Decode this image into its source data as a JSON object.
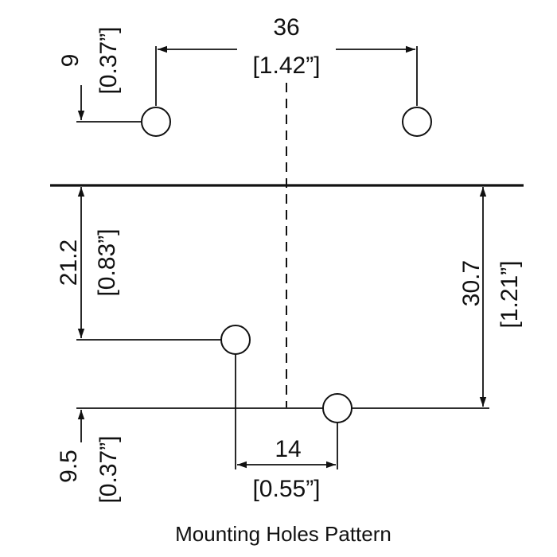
{
  "dimensions": {
    "top_width": {
      "mm": "36",
      "inch": "[1.42”]"
    },
    "top_offset": {
      "mm": "9",
      "inch": "[0.37”]"
    },
    "left_height": {
      "mm": "21.2",
      "inch": "[0.83”]"
    },
    "right_height": {
      "mm": "30.7",
      "inch": "[1.21”]"
    },
    "bottom_offset": {
      "mm": "9.5",
      "inch": "[0.37”]"
    },
    "bottom_width": {
      "mm": "14",
      "inch": "[0.55”]"
    }
  },
  "caption": "Mounting Holes Pattern"
}
